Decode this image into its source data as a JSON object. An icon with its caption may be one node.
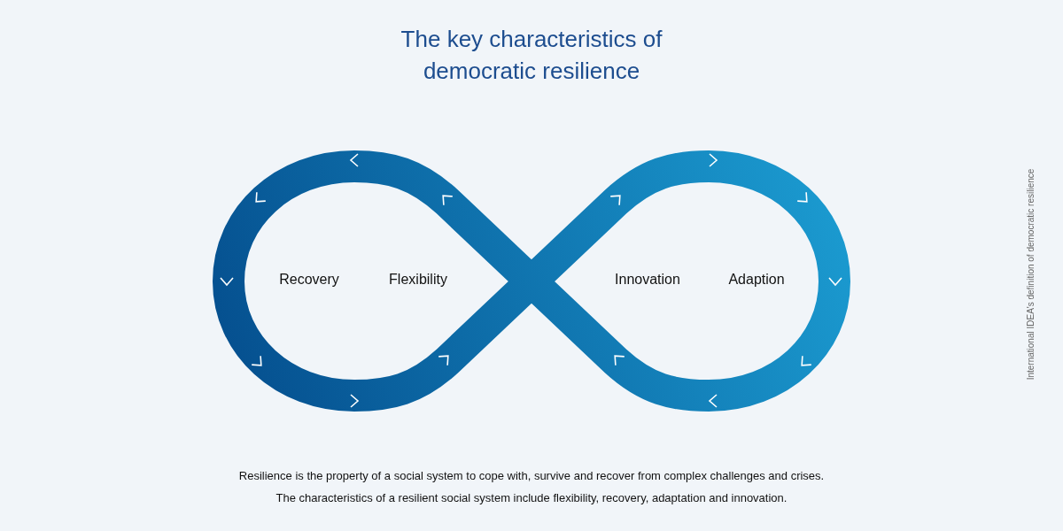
{
  "diagram": {
    "title": "The key characteristics of democratic resilience",
    "labels": [
      "Recovery",
      "Flexibility",
      "Innovation",
      "Adaption",
      "Resilience is the property of a social system to cope with, survive and recover from complex challenges and crises.",
      "The characteristics of a resilient social system include flexibility, recovery, adaptation and innovation.",
      "International IDEA's definition of democratic resilience"
    ]
  }
}
